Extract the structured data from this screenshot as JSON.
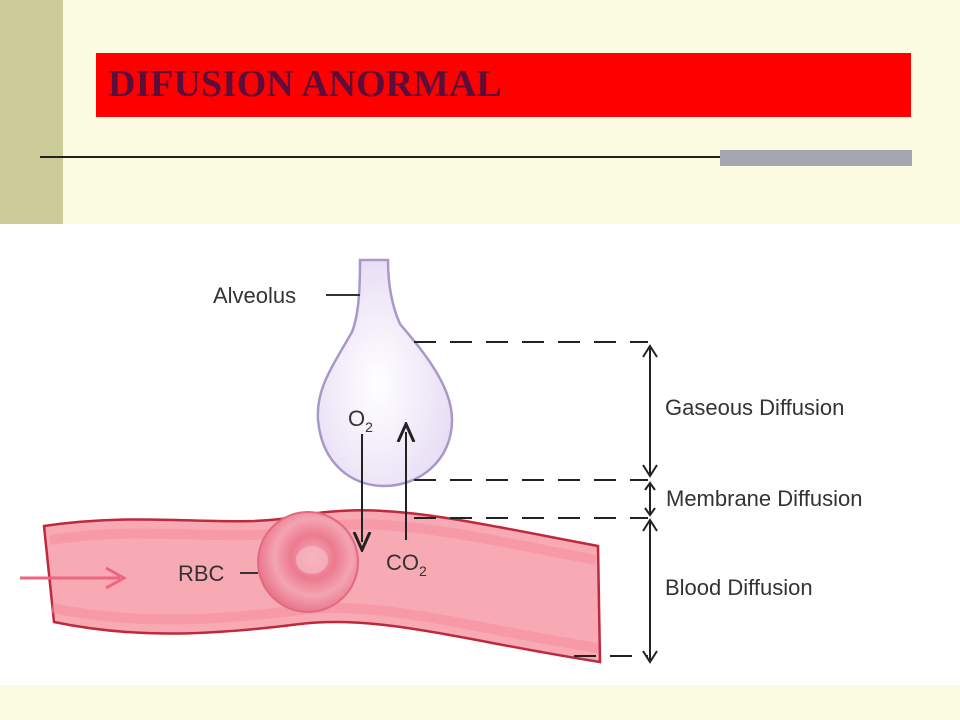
{
  "slide": {
    "title": "DIFUSION ANORMAL",
    "colors": {
      "background": "#fbfbe2",
      "left_band": "#cccc99",
      "title_box": "#ff0000",
      "title_text": "#5a0f3a",
      "accent_bar": "#a6a6b0"
    }
  },
  "diagram": {
    "labels": {
      "alveolus": "Alveolus",
      "o2_main": "O",
      "o2_sub": "2",
      "co2_main": "CO",
      "co2_sub": "2",
      "rbc": "RBC",
      "gaseous": "Gaseous Diffusion",
      "membrane": "Membrane Diffusion",
      "blood": "Blood Diffusion"
    },
    "colors": {
      "alveolus_fill": "#e6dcf4",
      "alveolus_stroke": "#a898c8",
      "vessel_fill": "#f8aab4",
      "vessel_stroke": "#c0283c",
      "rbc_fill": "#f08c9c",
      "flow_arrow": "#f06480"
    }
  }
}
